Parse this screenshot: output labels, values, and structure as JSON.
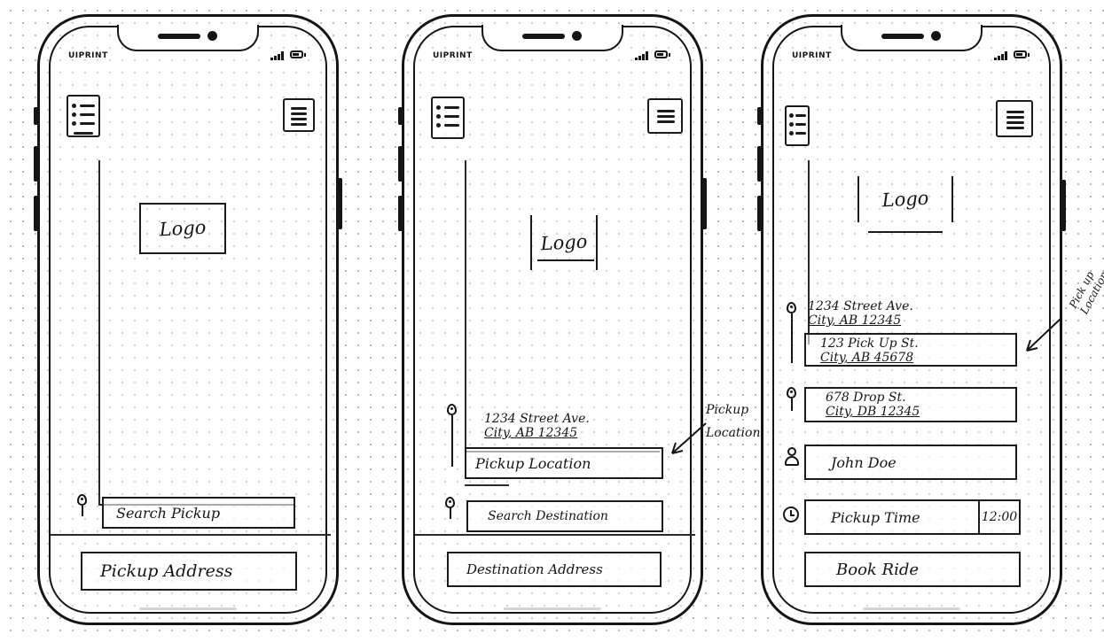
{
  "brand": "UIPRINT",
  "screens": [
    {
      "logo": "Logo",
      "search_field": "Search Pickup",
      "bottom_button": "Pickup Address"
    },
    {
      "logo": "Logo",
      "address": {
        "line1": "1234 Street Ave.",
        "line2": "City, AB 12345"
      },
      "pickup_field": "Pickup Location",
      "destination_field": "Search Destination",
      "bottom_button": "Destination Address",
      "annotation": "Pickup Location"
    },
    {
      "logo": "Logo",
      "address": {
        "line1": "1234 Street Ave.",
        "line2": "City, AB 12345"
      },
      "pickup": {
        "line1": "123 Pick Up St.",
        "line2": "City, AB 45678"
      },
      "drop": {
        "line1": "678 Drop St.",
        "line2": "City, DB 12345"
      },
      "name_field": "John Doe",
      "time_field": "Pickup Time",
      "time_value": "12:00",
      "book_button": "Book Ride",
      "annotation": "Pick up Location"
    }
  ],
  "icons": [
    "list-icon",
    "hamburger-menu-icon",
    "map-pin-icon",
    "person-icon",
    "clock-icon",
    "arrow-icon"
  ]
}
